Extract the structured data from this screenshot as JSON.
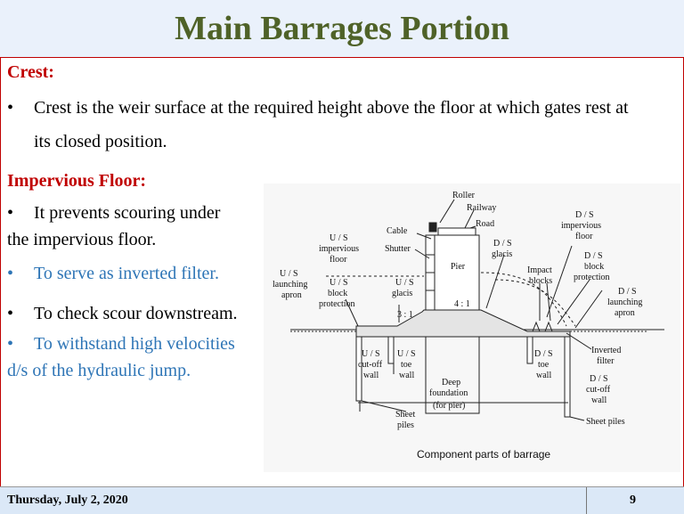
{
  "title": "Main Barrages Portion",
  "crest": {
    "heading": "Crest:",
    "bullet": "•",
    "line1": "Crest is the weir surface at the required height above the floor at which gates rest at",
    "line2": "its closed position."
  },
  "impervious": {
    "heading": "Impervious Floor:",
    "item1_line1": "It prevents scouring under",
    "item1_line2": "the impervious floor.",
    "item2": "To serve as inverted filter.",
    "item3": "To check scour downstream.",
    "item4_line1": "To withstand high velocities",
    "item4_line2": "d/s of the hydraulic jump."
  },
  "colors": {
    "title": "#4f6228",
    "heading": "#c00000",
    "accent_blue": "#2e75b6"
  },
  "diagram": {
    "caption": "Component parts of barrage",
    "labels": {
      "roller": "Roller",
      "railway": "Railway",
      "road": "Road",
      "cable": "Cable",
      "shutter": "Shutter",
      "pier": "Pier",
      "us_imp_1": "U / S",
      "us_imp_2": "impervious",
      "us_imp_3": "floor",
      "us_launch_1": "U / S",
      "us_launch_2": "launching",
      "us_launch_3": "apron",
      "us_block_1": "U / S",
      "us_block_2": "block",
      "us_block_3": "protection",
      "us_glacis_1": "U / S",
      "us_glacis_2": "glacis",
      "slope_us": "3 : 1",
      "slope_ds": "4 : 1",
      "ds_glacis_1": "D / S",
      "ds_glacis_2": "glacis",
      "ds_imp_1": "D / S",
      "ds_imp_2": "impervious",
      "ds_imp_3": "floor",
      "impact_1": "Impact",
      "impact_2": "blocks",
      "ds_block_1": "D / S",
      "ds_block_2": "block",
      "ds_block_3": "protection",
      "ds_launch_1": "D / S",
      "ds_launch_2": "launching",
      "ds_launch_3": "apron",
      "inv_1": "Inverted",
      "inv_2": "filter",
      "us_cut_1": "U / S",
      "us_cut_2": "cut-off",
      "us_cut_3": "wall",
      "us_toe_1": "U / S",
      "us_toe_2": "toe",
      "us_toe_3": "wall",
      "deep_1": "Deep",
      "deep_2": "foundation",
      "deep_3": "(for pier)",
      "ds_toe_1": "D / S",
      "ds_toe_2": "toe",
      "ds_toe_3": "wall",
      "ds_cut_1": "D / S",
      "ds_cut_2": "cut-off",
      "ds_cut_3": "wall",
      "sheet_1": "Sheet",
      "sheet_2": "piles",
      "sheet_ds": "Sheet piles"
    }
  },
  "footer": {
    "date": "Thursday, July 2, 2020",
    "page": "9"
  }
}
